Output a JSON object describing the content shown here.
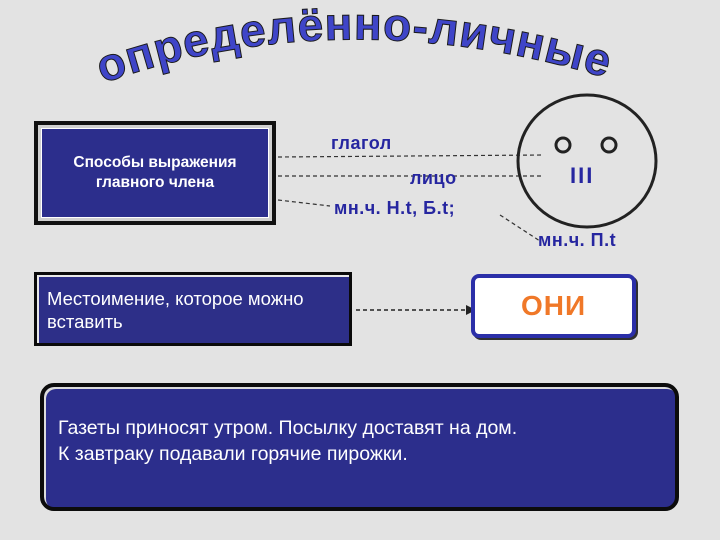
{
  "heading": "определённо-личные",
  "method_box": {
    "text": "Способы выражения главного члена"
  },
  "labels": {
    "verb": "глагол",
    "person": "лицо",
    "tense_line": "мн.ч. Н.t,  Б.t;",
    "face_number": "III",
    "past_line": "мн.ч.   П.t"
  },
  "pronoun_box": {
    "text": "Местоимение, которое можно вставить"
  },
  "oni_box": {
    "text": "ОНИ"
  },
  "examples": {
    "line1": "Газеты приносят утром. Посылку доставят на дом.",
    "line2": "К завтраку подавали горячие пирожки."
  },
  "colors": {
    "background": "#e3e3e3",
    "box_fill": "#2c2e8c",
    "label_blue": "#2626a0",
    "oni_text": "#f07828",
    "heading_fill": "#3f45c8"
  }
}
